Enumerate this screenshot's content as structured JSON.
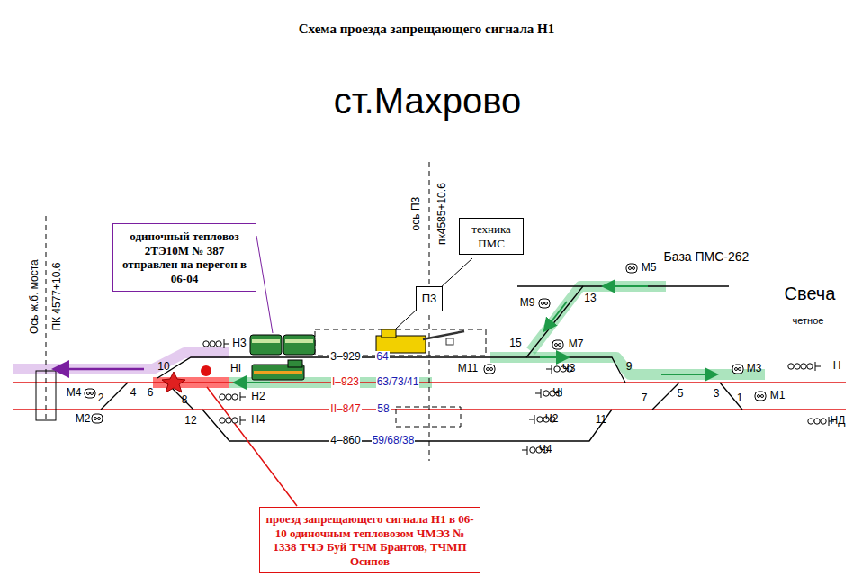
{
  "diagram": {
    "title": "Схема проезда запрещающего сигнала Н1",
    "nodes": [
      {
        "text": [
          "одиночный тепловоз 2ТЭ10М № 387 отправлен на перегон в 06-04"
        ]
      },
      {
        "text": [
          "техника ПМС"
        ]
      },
      {
        "text": [
          "П3"
        ]
      },
      {
        "text": [
          "проезд запрещающего сигнала Н1 в 06-10 одиночным тепловозом ЧМЭ3 № 1338 ТЧЭ Буй ТЧМ Брантов, ТЧМП Осипов"
        ]
      }
    ],
    "labels": [
      "ст.Махрово",
      "Ось ж.б. моста",
      "ПК 4577+10.6",
      "ось П3",
      "пк4585+10.6",
      "База ПМС-262",
      "Свеча",
      "четное",
      "М5",
      "М9",
      "13",
      "15",
      "М7",
      "Н3",
      "10",
      "НI",
      "3–929",
      "64",
      "М11",
      "Ч3",
      "9",
      "М3",
      "Н",
      "М4",
      "2",
      "4",
      "6",
      "8",
      "Н2",
      "I–923",
      "63/73/41",
      "ЧI",
      "7",
      "5",
      "3",
      "1",
      "М1",
      "М2",
      "12",
      "Н4",
      "II–847",
      "58",
      "Ч2",
      "11",
      "НД",
      "4–860",
      "59/68/38",
      "Ч4"
    ]
  }
}
